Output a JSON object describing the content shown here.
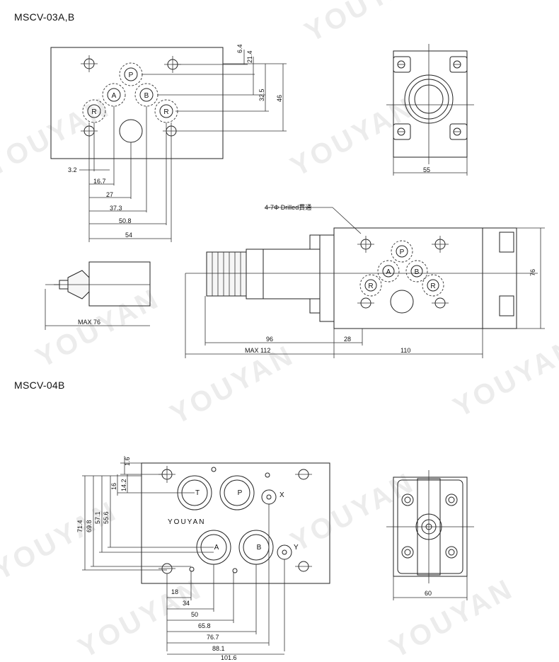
{
  "titles": {
    "top": "MSCV-03A,B",
    "bottom": "MSCV-04B"
  },
  "watermark": "YOUYAN",
  "ports_top": {
    "p": "P",
    "a": "A",
    "b": "B",
    "r": "R"
  },
  "ports_bottom": {
    "t": "T",
    "p": "P",
    "a": "A",
    "b": "B",
    "x": "X",
    "y": "Y"
  },
  "brand_label": "YOUYAN",
  "drilled_note": "4-7Φ Drilled貫通",
  "dims_top": {
    "v6_4": "6.4",
    "v21_4": "21.4",
    "v32_5": "32.5",
    "v46": "46",
    "h3_2": "3.2",
    "h16_7": "16.7",
    "h27": "27",
    "h37_3": "37.3",
    "h50_8": "50.8",
    "h54": "54",
    "side_max76": "MAX 76",
    "front_55": "55"
  },
  "dims_assembly": {
    "v76": "76",
    "h96": "96",
    "h28": "28",
    "hmax112": "MAX  112",
    "h110": "110"
  },
  "dims_bottom": {
    "v1_6": "1.6",
    "v16": "16",
    "v14_2": "14.2",
    "v71_4": "71.4",
    "v69_8": "69.8",
    "v57_1": "57.1",
    "v55_6": "55.6",
    "h18": "18",
    "h34": "34",
    "h50": "50",
    "h65_8": "65.8",
    "h76_7": "76.7",
    "h88_1": "88.1",
    "h101_6": "101.6",
    "front_60": "60"
  },
  "colors": {
    "line": "#222222",
    "fill": "#f6f6f6",
    "watermark": "#c9c9c9"
  }
}
